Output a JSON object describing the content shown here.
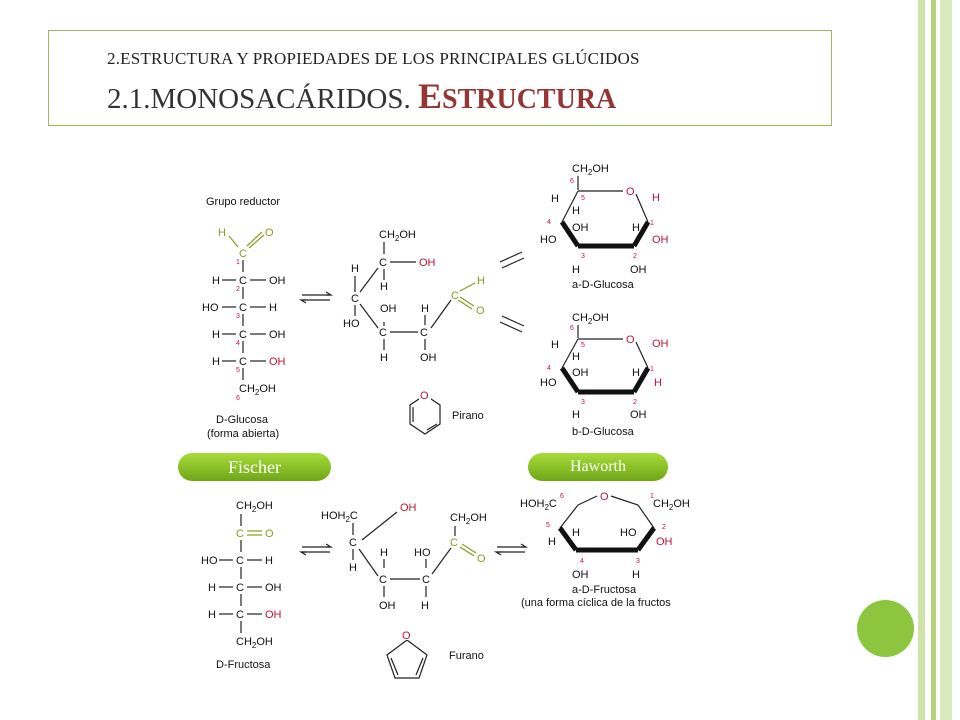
{
  "title": {
    "line1": "2.ESTRUCTURA Y PROPIEDADES DE LOS PRINCIPALES GLÚCIDOS",
    "line2_plain": "2.1.MONOSACÁRIDOS. ",
    "line2_cap1": "E",
    "line2_rest": "STRUCTURA"
  },
  "labels": {
    "fischer": "Fischer",
    "haworth": "Haworth",
    "grupo_reductor": "Grupo reductor",
    "dglucosa": "D-Glucosa",
    "forma_abierta": "(forma abierta)",
    "pirano": "Pirano",
    "alpha_glucosa": "a-D-Glucosa",
    "beta_glucosa": "b-D-Glucosa",
    "dfructosa": "D-Fructosa",
    "furano": "Furano",
    "alpha_fructosa": "a-D-Fructosa",
    "fructosa_note": "(una forma cíclica de la fructos"
  },
  "colors": {
    "accent_green": "#8cc63f",
    "title_red": "#943634",
    "chem_red": "#c0143c",
    "chem_olive": "#8a9a1c"
  }
}
